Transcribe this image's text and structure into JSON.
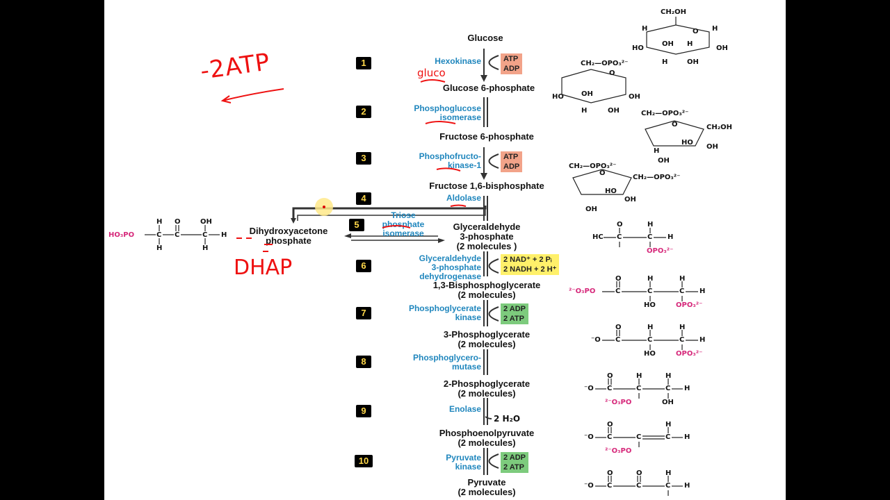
{
  "metabolites": {
    "glucose": "Glucose",
    "g6p": "Glucose 6-phosphate",
    "f6p": "Fructose 6-phosphate",
    "f16bp": "Fructose 1,6-bisphosphate",
    "gap_1": "Glyceraldehyde",
    "gap_2": "3-phosphate",
    "gap_3": "(2 molecules )",
    "bpg_1": "1,3-Bisphosphoglycerate",
    "bpg_2": "(2 molecules)",
    "pg3_1": "3-Phosphoglycerate",
    "pg3_2": "(2 molecules)",
    "pg2_1": "2-Phosphoglycerate",
    "pg2_2": "(2 molecules)",
    "pep_1": "Phosphoenolpyruvate",
    "pep_2": "(2 molecules)",
    "pyr_1": "Pyruvate",
    "pyr_2": "(2 molecules)",
    "dhap_1": "Dihydroxyacetone",
    "dhap_2": "phosphate"
  },
  "steps": [
    "1",
    "2",
    "3",
    "4",
    "5",
    "6",
    "7",
    "8",
    "9",
    "10"
  ],
  "enzymes": {
    "e1": "Hexokinase",
    "e2_1": "Phosphoglucose",
    "e2_2": "isomerase",
    "e3_1": "Phosphofructo-",
    "e3_2": "kinase-1",
    "e4": "Aldolase",
    "e5_1": "Triose",
    "e5_2": "phosphate",
    "e5_3": "isomerase",
    "e6_1": "Glyceraldehyde",
    "e6_2": "3-phosphate",
    "e6_3": "dehydrogenase",
    "e7_1": "Phosphoglycerate",
    "e7_2": "kinase",
    "e8_1": "Phosphoglycero-",
    "e8_2": "mutase",
    "e9": "Enolase",
    "e10_1": "Pyruvate",
    "e10_2": "kinase"
  },
  "cofactors": {
    "s1_in": "ATP",
    "s1_out": "ADP",
    "s3_in": "ATP",
    "s3_out": "ADP",
    "s6_in": "2 NAD⁺ + 2 Pᵢ",
    "s6_out": "2 NADH + 2 H⁺",
    "s7_in": "2 ADP",
    "s7_out": "2 ATP",
    "s9_out": "2 H₂O",
    "s10_in": "2 ADP",
    "s10_out": "2 ATP"
  },
  "colors": {
    "enzyme": "#1f86bd",
    "step_bg": "#000000",
    "step_text": "#ffd84a",
    "atp_box": "#f2a389",
    "nad_box": "#fff06a",
    "adp_box": "#7dcb7d",
    "phosphate": "#d6287a",
    "annotation": "#ee1111"
  },
  "handwriting": {
    "minus_2atp": "-2ATP",
    "dhap": "DHAP",
    "gluco": "gluco"
  },
  "structures": {
    "dhap_left": "HO₃PO",
    "dhap_h1": "H",
    "dhap_o": "O",
    "dhap_oh": "OH",
    "dhap_h2": "H",
    "dhap_h3": "H",
    "dhap_h4": "H",
    "dhap_c1": "C",
    "dhap_c2": "C",
    "dhap_c3": "C",
    "glc_ch2oh": "CH₂OH",
    "glc_h": "H",
    "glc_oh": "OH",
    "glc_ho": "HO",
    "glc_o": "O",
    "ch2_opo3": "CH₂—OPO₃²⁻",
    "ch2_opo3b": "CH₂—OPO₃²⁻",
    "ch2oh": "CH₂OH",
    "gap_hc": "HC",
    "gap_h": "H",
    "gap_opo3": "OPO₃²⁻",
    "bpg_left": "²⁻O₃PO",
    "carboxylate": "⁻O",
    "o2po3": "²⁻O₃PO",
    "opo3": "OPO₃²⁻",
    "ho": "HO",
    "oh": "OH",
    "h": "H",
    "o": "O",
    "c": "C"
  }
}
